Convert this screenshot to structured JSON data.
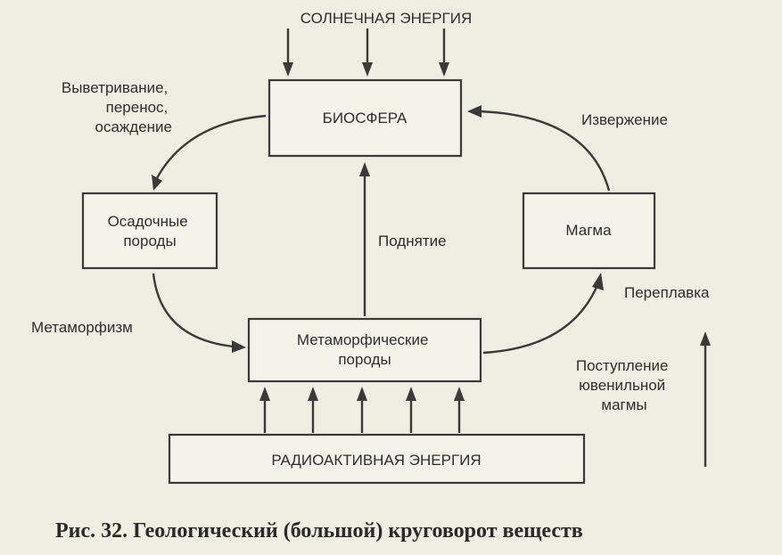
{
  "labels": {
    "solar": "СОЛНЕЧНАЯ ЭНЕРГИЯ",
    "weathering": [
      "Выветривание,",
      "перенос,",
      "осаждение"
    ],
    "eruption": "Извержение",
    "uplift": "Поднятие",
    "metamorphism": "Метаморфизм",
    "remelting": "Переплавка",
    "juvenile": [
      "Поступление",
      "ювенильной",
      "магмы"
    ]
  },
  "boxes": {
    "biosphere": [
      "БИОСФЕРА"
    ],
    "sedimentary": [
      "Осадочные",
      "породы"
    ],
    "magma": [
      "Магма"
    ],
    "metamorphic": [
      "Метаморфические",
      "породы"
    ],
    "radioactive": [
      "РАДИОАКТИВНАЯ ЭНЕРГИЯ"
    ]
  },
  "caption": "Рис. 32. Геологический (большой) круговорот веществ"
}
